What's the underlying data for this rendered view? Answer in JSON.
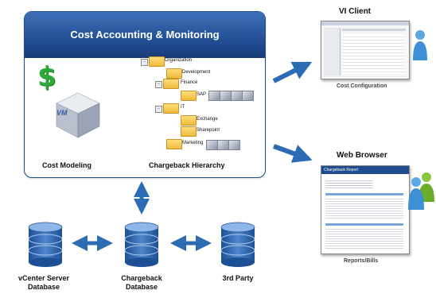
{
  "panel": {
    "title": "Cost Accounting & Monitoring",
    "cost_modeling_label": "Cost Modeling",
    "chargeback_label": "Chargeback Hierarchy",
    "vm_label": "VM"
  },
  "hierarchy": {
    "organization": "Organization",
    "development": "Development",
    "finance": "Finance",
    "sap": "SAP",
    "it": "IT",
    "exchange": "Exchange",
    "sharepoint": "Sharepoint",
    "marketing": "Marketing"
  },
  "vi_client": {
    "title": "VI Client",
    "caption": "Cost Configuration"
  },
  "web_browser": {
    "title": "Web Browser",
    "caption": "Reports/Bills",
    "report_title": "Chargeback Report"
  },
  "databases": {
    "vcenter": "vCenter Server Database",
    "chargeback": "Chargeback Database",
    "third_party": "3rd Party"
  },
  "colors": {
    "brand_blue": "#1f4b8f",
    "arrow_blue": "#2b6cb5",
    "dollar_green": "#2eaa3c"
  }
}
